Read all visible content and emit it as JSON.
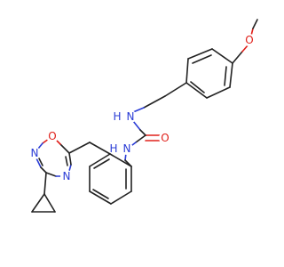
{
  "molecule": {
    "atoms": [
      {
        "id": "o-methoxy",
        "label": "O",
        "color": "#e0201a"
      },
      {
        "id": "n-amine-upper",
        "label": "N",
        "color": "#2a3cd6"
      },
      {
        "id": "h-amine-upper",
        "label": "H",
        "color": "#2a3cd6"
      },
      {
        "id": "o-carbonyl",
        "label": "O",
        "color": "#e0201a"
      },
      {
        "id": "n-amine-lower",
        "label": "N",
        "color": "#2a3cd6"
      },
      {
        "id": "h-amine-lower",
        "label": "H",
        "color": "#2a3cd6"
      },
      {
        "id": "o-oxadiazole",
        "label": "O",
        "color": "#e0201a"
      },
      {
        "id": "n-oxadiazole-2",
        "label": "N",
        "color": "#2a3cd6"
      },
      {
        "id": "n-oxadiazole-4",
        "label": "N",
        "color": "#2a3cd6"
      }
    ]
  }
}
